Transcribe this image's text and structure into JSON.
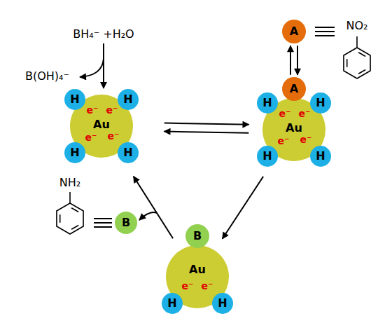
{
  "diagram": {
    "nodes": [
      {
        "text": [
          "e⁻",
          "e⁻",
          "Au",
          "e⁻",
          "e⁻"
        ]
      },
      {
        "text": [
          "H"
        ],
        "in": 0
      },
      {
        "text": [
          "H"
        ],
        "in": 0
      },
      {
        "text": [
          "H"
        ],
        "in": 0
      },
      {
        "text": [
          "H"
        ],
        "in": 0
      },
      {
        "text": [
          "A"
        ]
      },
      {
        "text": [
          "e⁻",
          "e⁻",
          "Au",
          "e⁻",
          "e⁻"
        ]
      },
      {
        "text": [
          "A"
        ],
        "in": 6
      },
      {
        "text": [
          "H"
        ],
        "in": 6
      },
      {
        "text": [
          "H"
        ],
        "in": 6
      },
      {
        "text": [
          "H"
        ],
        "in": 6
      },
      {
        "text": [
          "H"
        ],
        "in": 6
      },
      {
        "text": [
          "Au",
          "e⁻",
          "e⁻"
        ]
      },
      {
        "text": [
          "B"
        ],
        "in": 12
      },
      {
        "text": [
          "H"
        ],
        "in": 12
      },
      {
        "text": [
          "H"
        ],
        "in": 12
      },
      {
        "text": [
          "B"
        ]
      }
    ],
    "edges": [
      {
        "from": 0,
        "to": 6,
        "arrow": "to"
      },
      {
        "from": 6,
        "to": 0,
        "arrow": "to"
      },
      {
        "from": 5,
        "to": 7,
        "arrow": "to"
      },
      {
        "from": 7,
        "to": 5,
        "arrow": "to"
      },
      {
        "from": 6,
        "to": 12,
        "arrow": "to"
      },
      {
        "from": 12,
        "to": 0,
        "arrow": "to"
      }
    ],
    "labels": [
      "BH₄⁻ +H₂O",
      "B(OH)₄⁻",
      "NO₂",
      "NH₂"
    ]
  }
}
